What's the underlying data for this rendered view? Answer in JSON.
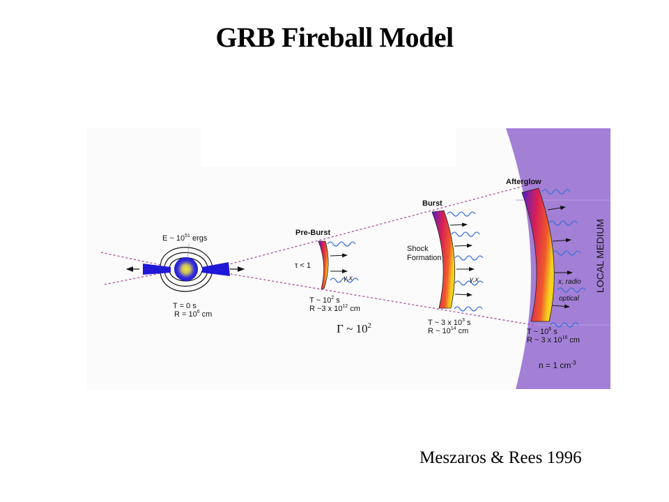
{
  "slide": {
    "title": "GRB Fireball Model",
    "citation": "Meszaros & Rees 1996"
  },
  "diagram": {
    "colors": {
      "panel_bg": "#fbfbfb",
      "local_medium": "#a37fd6",
      "cone_lines": "#b0489a",
      "waves": "#3b6fd8",
      "jet": "#1f18d6",
      "core": "#e8e030"
    },
    "central_engine": {
      "energy_label": "E ~ 10",
      "energy_exp": "51",
      "energy_unit": " ergs",
      "time_label": "T = 0 s",
      "radius_label_pre": "R = 10",
      "radius_exp": "6",
      "radius_label_post": " cm"
    },
    "stages": [
      {
        "name": "Pre-Burst",
        "side_label": "τ < 1",
        "emission": "γ,x",
        "time_pre": "T ~ 10",
        "time_exp": "2",
        "time_post": " s",
        "radius_pre": "R ~3 x 10",
        "radius_exp": "12",
        "radius_post": " cm"
      },
      {
        "name": "Burst",
        "side_label_1": "Shock",
        "side_label_2": "Formation",
        "emission": "γ,x",
        "time_pre": "T ~ 3 x 10",
        "time_exp": "3",
        "time_post": " s",
        "radius_pre": "R ~ 10",
        "radius_exp": "14",
        "radius_post": " cm"
      },
      {
        "name": "Afterglow",
        "emission_1": "x, radio",
        "emission_2": "optical",
        "time_pre": "T ~ 10",
        "time_exp": "6",
        "time_post": " s",
        "radius_pre": "R ~ 3 x 10",
        "radius_exp": "16",
        "radius_post": " cm"
      }
    ],
    "lorentz_factor": {
      "symbol": "Γ ~ 10",
      "exp": "2"
    },
    "local_medium": {
      "label": "LOCAL MEDIUM",
      "density_pre": "n = 1 cm",
      "density_exp": "-3"
    }
  }
}
